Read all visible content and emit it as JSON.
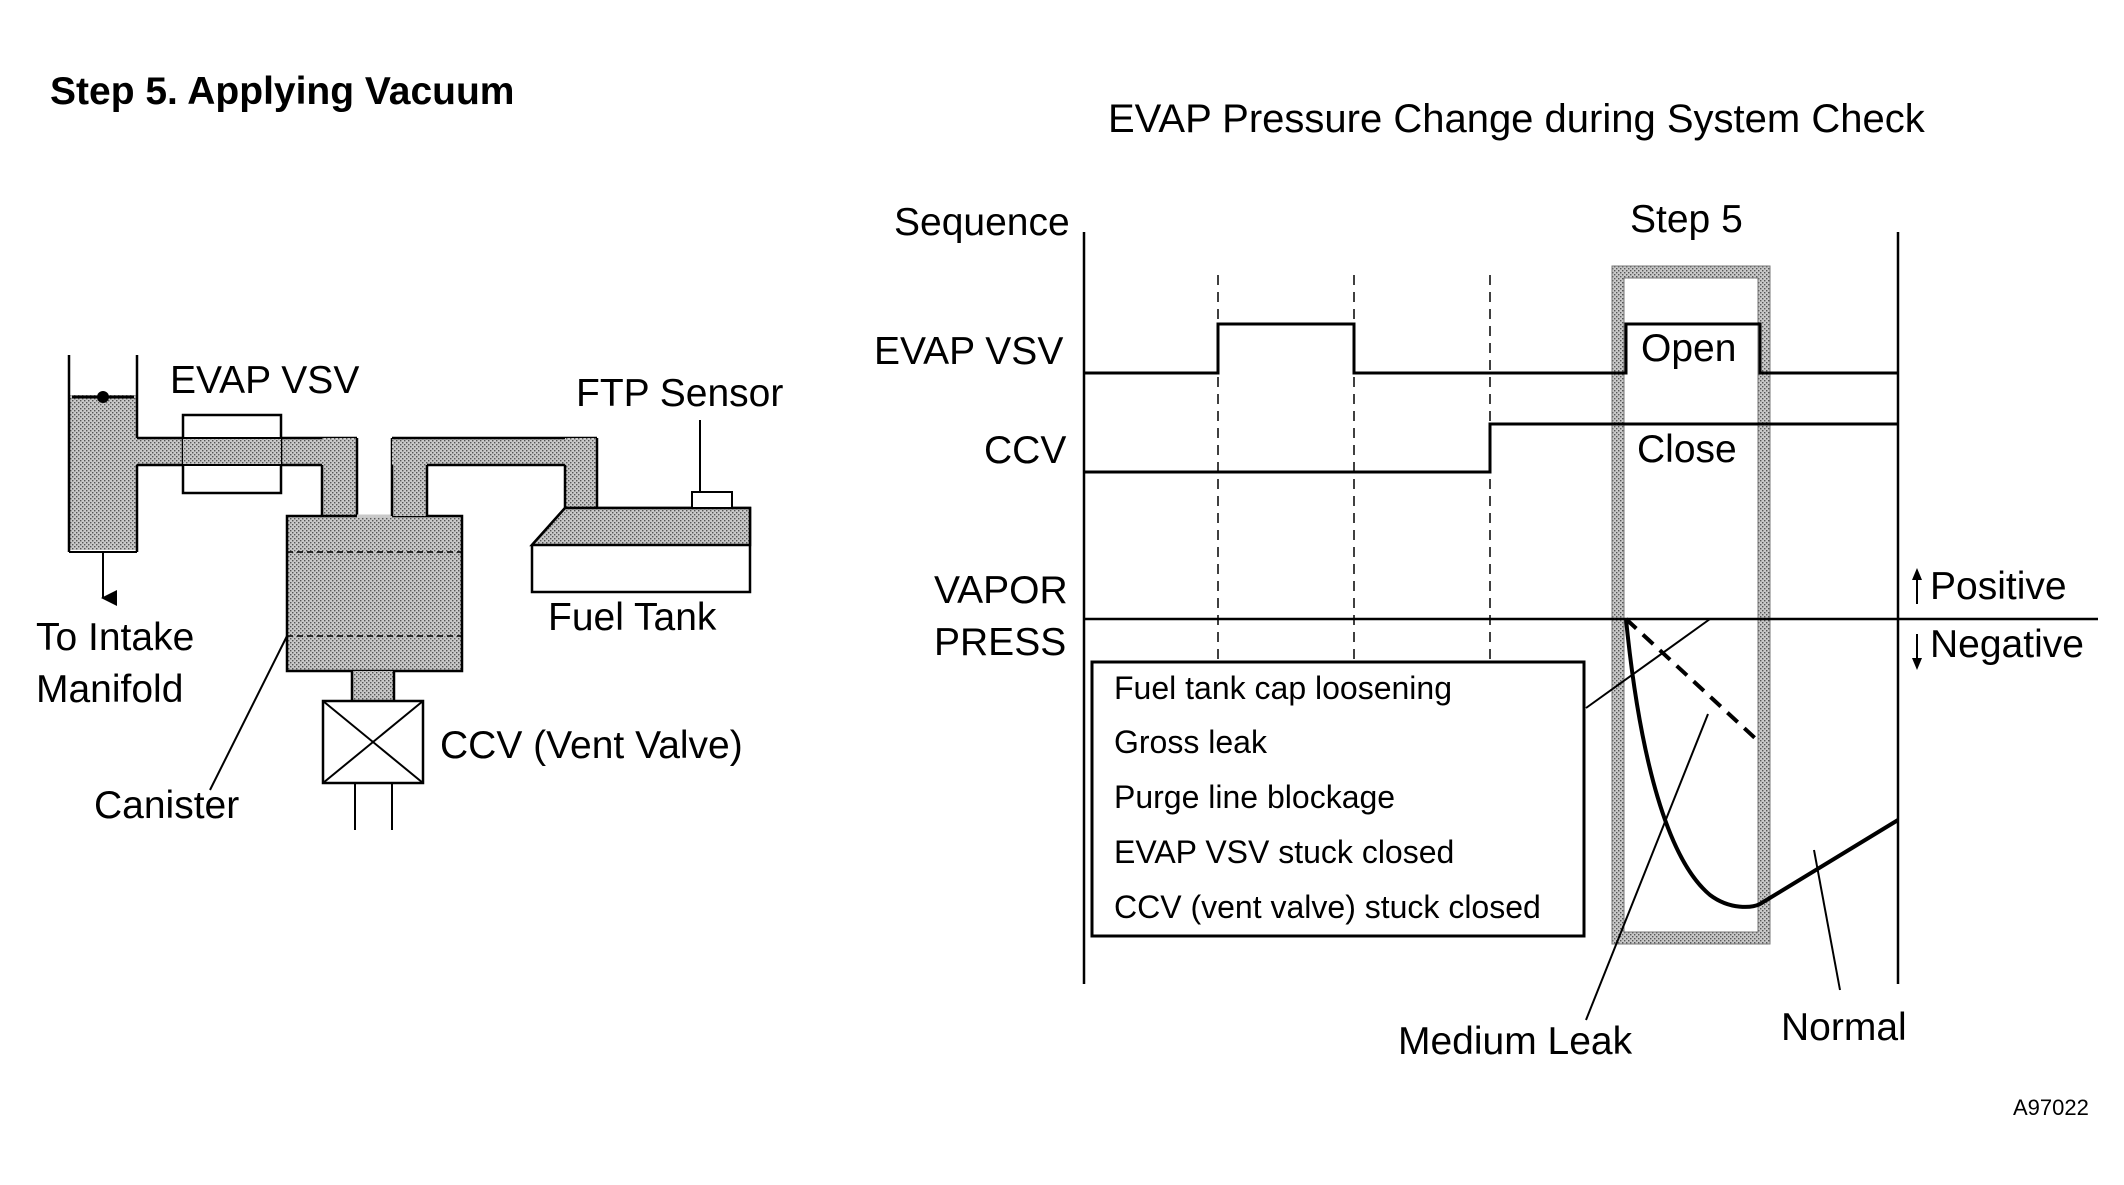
{
  "left_title": "Step 5. Applying Vacuum",
  "schematic": {
    "evap_vsv": "EVAP VSV",
    "ftp_sensor": "FTP Sensor",
    "to_intake_line1": "To Intake",
    "to_intake_line2": "Manifold",
    "fuel_tank": "Fuel Tank",
    "ccv": "CCV (Vent Valve)",
    "canister": "Canister"
  },
  "chart": {
    "title": "EVAP Pressure Change during System Check",
    "step_label": "Step 5",
    "rows": {
      "sequence": "Sequence",
      "evap_vsv": "EVAP VSV",
      "ccv": "CCV",
      "vapor_line1": "VAPOR",
      "vapor_line2": "PRESS"
    },
    "states": {
      "open": "Open",
      "close": "Close"
    },
    "direction": {
      "positive": "Positive",
      "negative": "Negative"
    },
    "causes": [
      "Fuel tank cap loosening",
      "Gross leak",
      "Purge line blockage",
      "EVAP VSV stuck closed",
      "CCV (vent valve) stuck closed"
    ],
    "curves": {
      "medium_leak": "Medium Leak",
      "normal": "Normal"
    }
  },
  "figure_code": "A97022",
  "colors": {
    "ink": "#000000",
    "shade": "#bdbdbd",
    "background": "#ffffff"
  }
}
